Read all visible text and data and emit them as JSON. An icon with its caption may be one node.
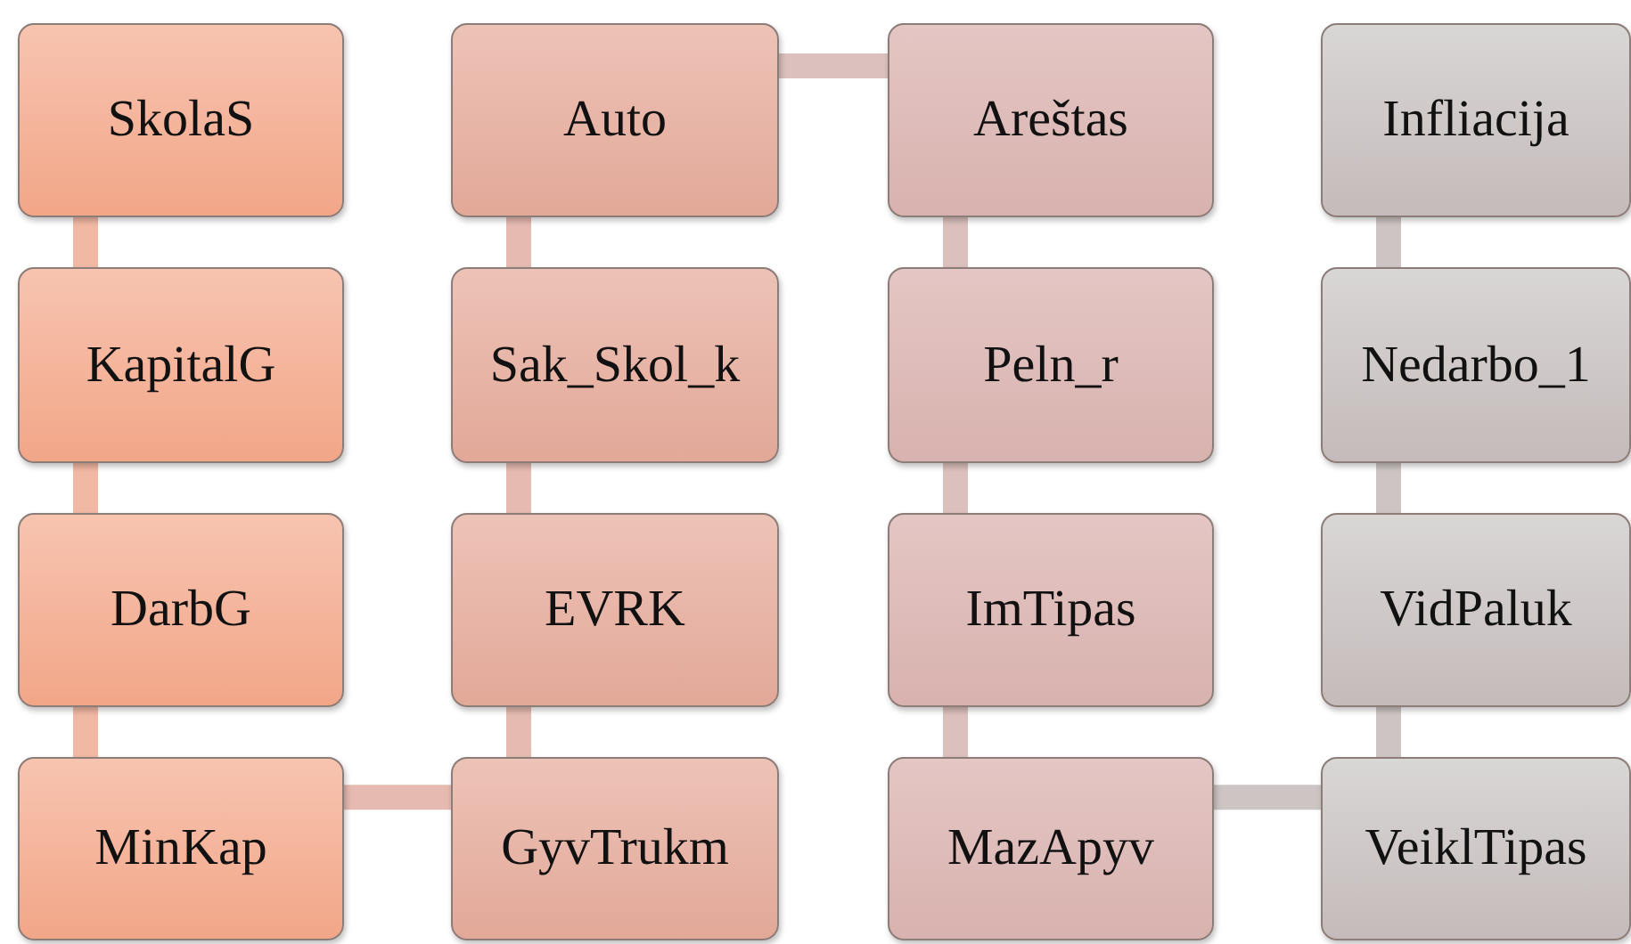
{
  "diagram": {
    "nodes": [
      {
        "text": [
          "SkolaS"
        ]
      },
      {
        "text": [
          "KapitalG"
        ]
      },
      {
        "text": [
          "DarbG"
        ]
      },
      {
        "text": [
          "MinKap"
        ]
      },
      {
        "text": [
          "GyvTrukm"
        ]
      },
      {
        "text": [
          "EVRK"
        ]
      },
      {
        "text": [
          "Sak_Skol_k"
        ]
      },
      {
        "text": [
          "Auto"
        ]
      },
      {
        "text": [
          "Areštas"
        ]
      },
      {
        "text": [
          "Peln_r"
        ]
      },
      {
        "text": [
          "ImTipas"
        ]
      },
      {
        "text": [
          "MazApyv"
        ]
      },
      {
        "text": [
          "VeiklTipas"
        ]
      },
      {
        "text": [
          "VidPaluk"
        ]
      },
      {
        "text": [
          "Nedarbo_1"
        ]
      },
      {
        "text": [
          "Infliacija"
        ]
      }
    ],
    "edges": [
      {
        "from": 0,
        "to": 1,
        "arrow": "none"
      },
      {
        "from": 1,
        "to": 2,
        "arrow": "none"
      },
      {
        "from": 2,
        "to": 3,
        "arrow": "none"
      },
      {
        "from": 3,
        "to": 4,
        "arrow": "none"
      },
      {
        "from": 4,
        "to": 5,
        "arrow": "none"
      },
      {
        "from": 5,
        "to": 6,
        "arrow": "none"
      },
      {
        "from": 6,
        "to": 7,
        "arrow": "none"
      },
      {
        "from": 7,
        "to": 8,
        "arrow": "none"
      },
      {
        "from": 8,
        "to": 9,
        "arrow": "none"
      },
      {
        "from": 9,
        "to": 10,
        "arrow": "none"
      },
      {
        "from": 10,
        "to": 11,
        "arrow": "none"
      },
      {
        "from": 11,
        "to": 12,
        "arrow": "none"
      },
      {
        "from": 12,
        "to": 13,
        "arrow": "none"
      },
      {
        "from": 13,
        "to": 14,
        "arrow": "none"
      },
      {
        "from": 14,
        "to": 15,
        "arrow": "none"
      }
    ]
  }
}
